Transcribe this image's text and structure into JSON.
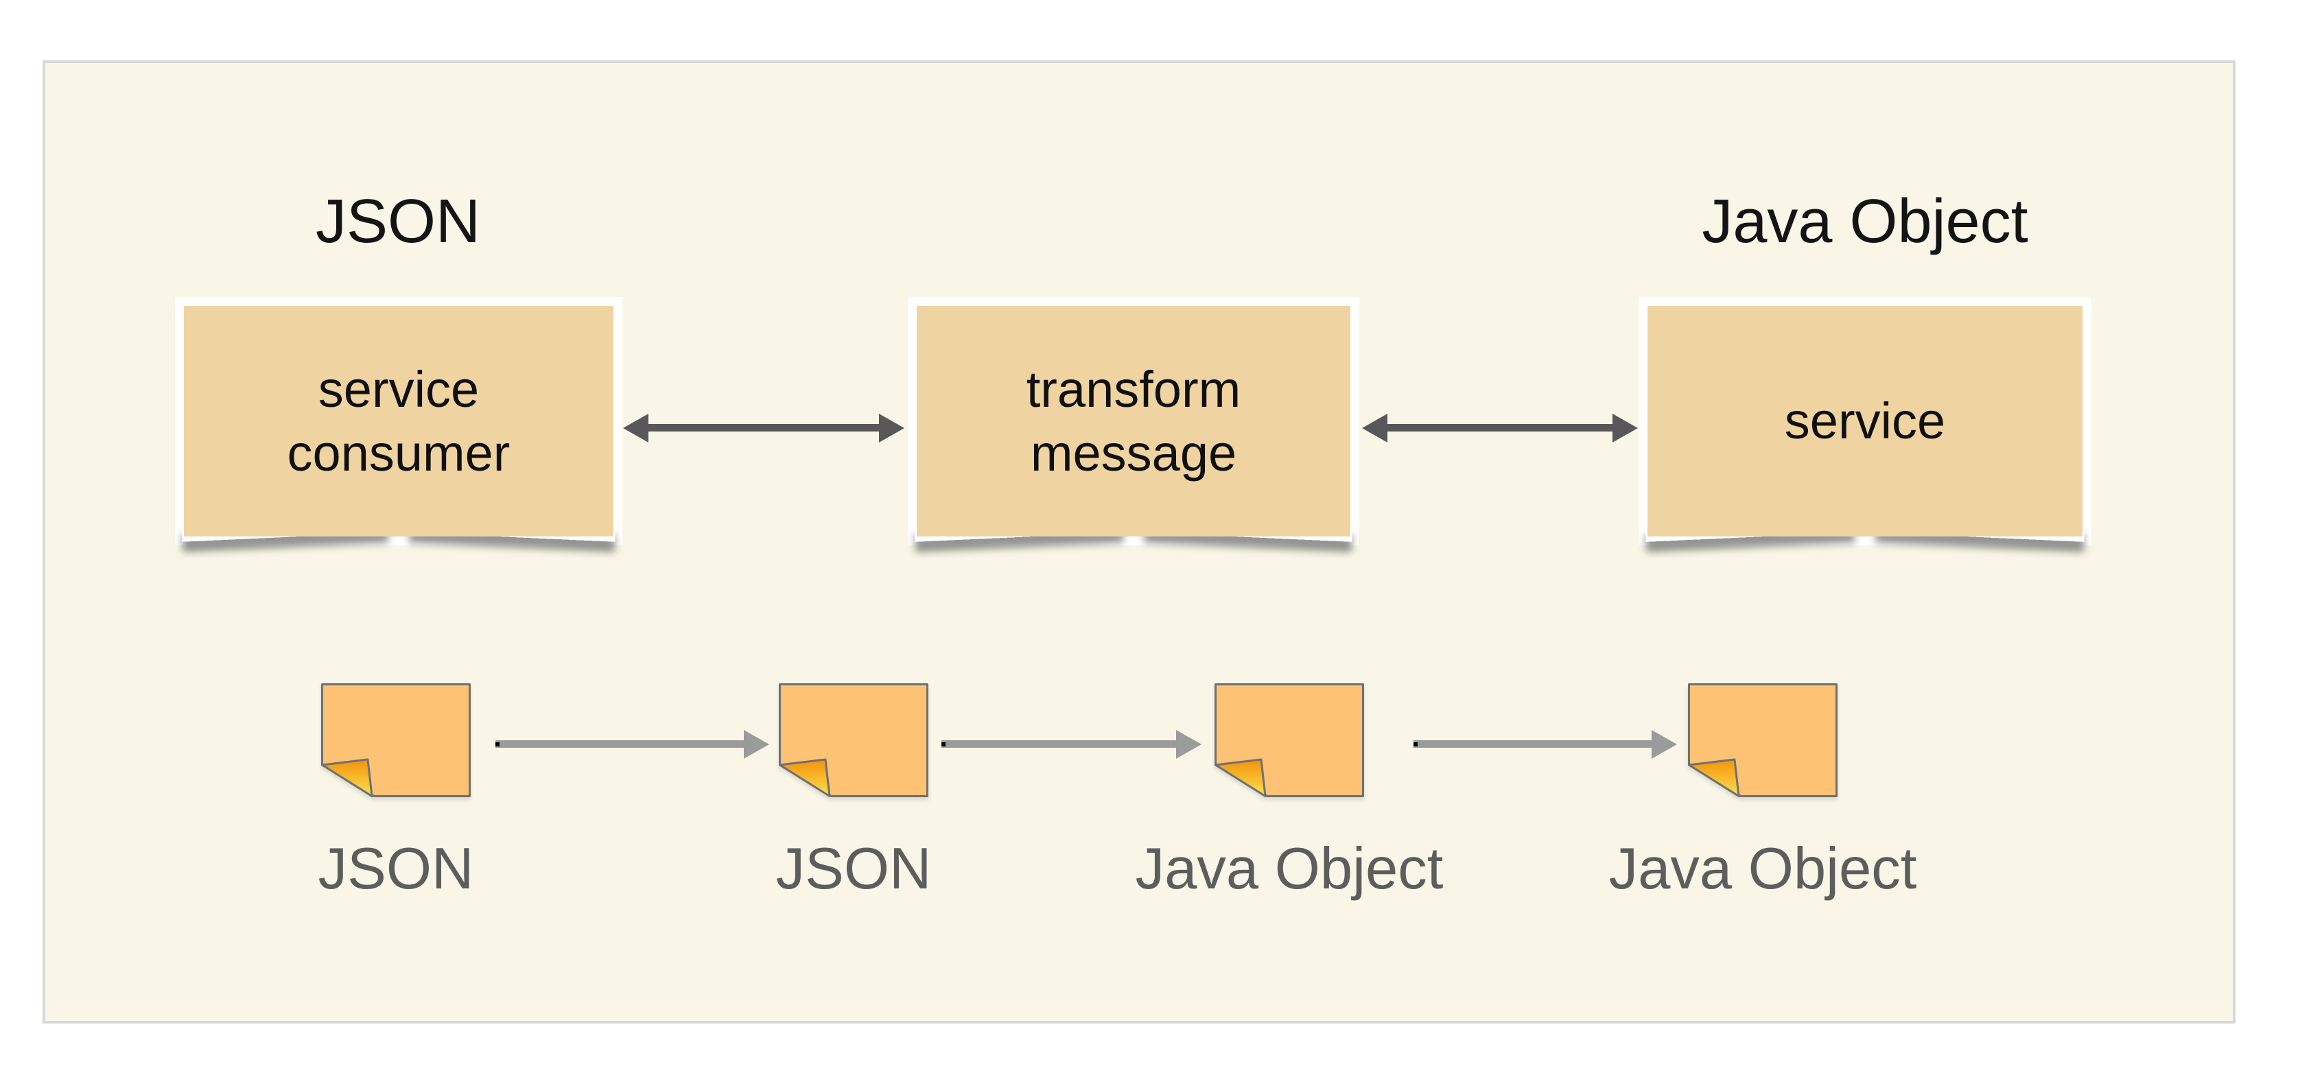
{
  "diagram": {
    "description": "JSON to Java Object message transformation flow",
    "colors": {
      "panel_background": "#f9f6e7",
      "panel_border": "#d8d8da",
      "card_fill": "#efd4a2",
      "card_frame": "#ffffff",
      "top_arrow": "#58585a",
      "bottom_arrow": "#9b9b9b",
      "doc_fill": "#fdc274",
      "doc_fold_top": "#f1930b",
      "doc_fold_bottom": "#ffe04e",
      "doc_stroke": "#6e7072",
      "title_text": "#141414",
      "doc_label_text": "#5d5d5d"
    },
    "top_flow": {
      "input_format_label": "JSON",
      "output_format_label": "Java Object",
      "boxes": [
        {
          "label": "service\nconsumer"
        },
        {
          "label": "transform\nmessage"
        },
        {
          "label": "service"
        }
      ],
      "connectors": [
        {
          "type": "double-headed-arrow"
        },
        {
          "type": "double-headed-arrow"
        }
      ]
    },
    "message_flow": {
      "documents": [
        {
          "label": "JSON"
        },
        {
          "label": "JSON"
        },
        {
          "label": "Java Object"
        },
        {
          "label": "Java Object"
        }
      ],
      "connectors": [
        {
          "type": "right-arrow"
        },
        {
          "type": "right-arrow"
        },
        {
          "type": "right-arrow"
        }
      ]
    },
    "icons": {
      "document_icon": "note-with-folded-corner"
    }
  }
}
